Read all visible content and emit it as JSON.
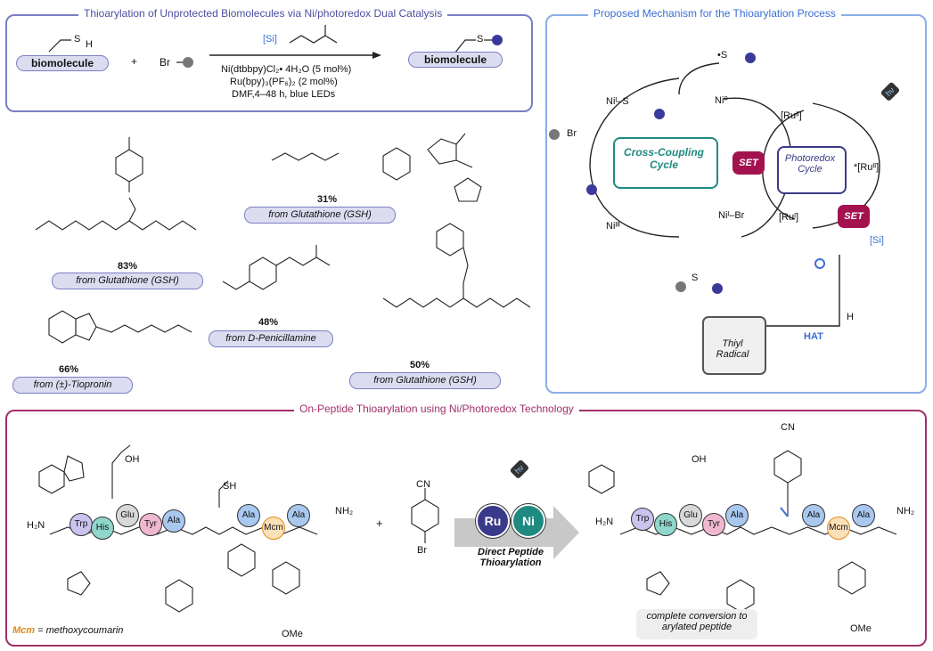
{
  "colors": {
    "panel_blue": "#7b7fc4",
    "panel_lightblue": "#8aaee6",
    "panel_maroon": "#a0306a",
    "pill_fill": "#dcdcf0",
    "purple_dot": "#3a3a9a",
    "grey_dot": "#777777",
    "set_fill": "#a3124f",
    "teal": "#1f8a80",
    "navy": "#3a3a8a",
    "orange": "#e08a1a",
    "si_blue": "#3b6fd4"
  },
  "scheme": {
    "title": "Thioarylation of Unprotected Biomolecules via Ni/photoredox Dual Catalysis",
    "sh": "S",
    "h": "H",
    "biomolecule": "biomolecule",
    "plus": "+",
    "br": "Br",
    "si": "[Si]",
    "cond1": "Ni(dtbbpy)Cl₂• 4H₂O (5 mol%)",
    "cond2": "Ru(bpy)₃(PF₆)₂ (2 mol%)",
    "cond3": "DMF,4–48 h, blue LEDs",
    "product_s": "S",
    "product_label": "biomolecule"
  },
  "examples": [
    {
      "yield": "83%",
      "source": "from Glutathione (GSH)"
    },
    {
      "yield": "31%",
      "source": "from Glutathione (GSH)"
    },
    {
      "yield": "48%",
      "source": "from D-Penicillamine"
    },
    {
      "yield": "66%",
      "source": "from (±)-Tiopronin"
    },
    {
      "yield": "50%",
      "source": "from Glutathione (GSH)"
    }
  ],
  "mechanism": {
    "title": "Proposed Mechanism for the Thioarylation Process",
    "cross_coupling": "Cross-Coupling Cycle",
    "photoredox": "Photoredox Cycle",
    "set1": "SET",
    "set2": "SET",
    "ru2": "[Ruᴵᴵ]",
    "ru2_star": "*[Ruᴵᴵ]",
    "ru1": "[Ruᴵ]",
    "ni0": "Ni⁰",
    "ni1_s": "Niᴵ–S",
    "ni1_br": "Niᴵ–Br",
    "ni3": "Niᴵᴵᴵ",
    "br": "Br",
    "hv": "hν",
    "si": "[Si]",
    "hat": "HAT",
    "thiyl": "Thiyl Radical",
    "s_radical": "•S",
    "s": "S",
    "h": "H"
  },
  "peptide": {
    "title": "On-Peptide Thioarylation using Ni/Photoredox Technology",
    "residues": [
      "Trp",
      "His",
      "Glu",
      "Tyr",
      "Ala",
      "Ala",
      "Mcm",
      "Ala"
    ],
    "product_residues": [
      "Trp",
      "His",
      "Glu",
      "Tyr",
      "Ala",
      "Ala",
      "Mcm",
      "Ala"
    ],
    "ru": "Ru",
    "ni": "Ni",
    "hv": "hν",
    "arrow_label": "Direct Peptide Thioarylation",
    "mcm_def_abbr": "Mcm",
    "mcm_def_text": "= methoxycoumarin",
    "conversion_note": "complete conversion to arylated peptide",
    "cn": "CN",
    "br": "Br",
    "plus": "+",
    "sh": "SH",
    "h2n": "H₂N",
    "nh2": "NH₂",
    "cooh": "OH",
    "ome": "OMe"
  }
}
